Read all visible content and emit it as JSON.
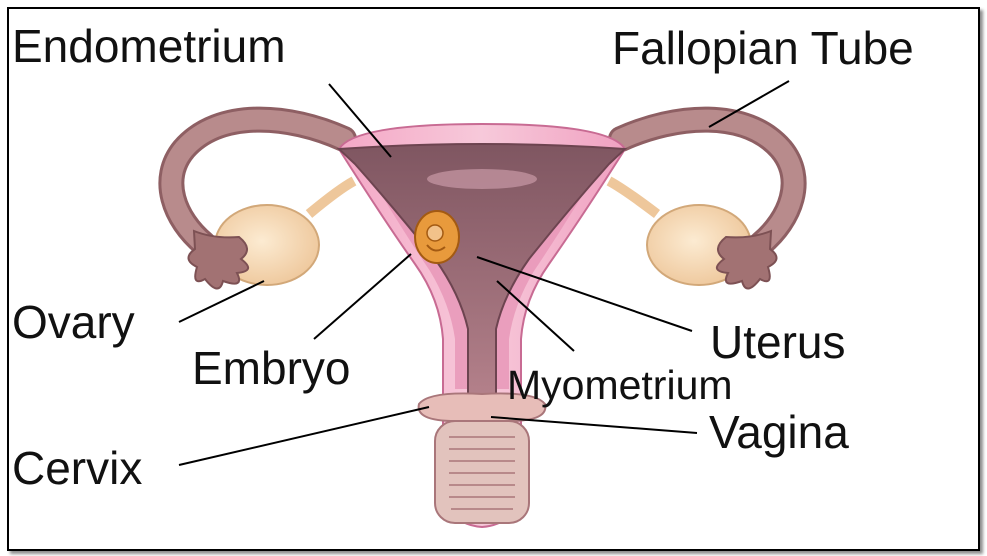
{
  "labels": {
    "endometrium": "Endometrium",
    "fallopian_tube": "Fallopian Tube",
    "ovary": "Ovary",
    "embryo": "Embryo",
    "uterus": "Uterus",
    "myometrium": "Myometrium",
    "cervix": "Cervix",
    "vagina": "Vagina"
  },
  "colors": {
    "tissue_outer": "#ee9cbd",
    "tissue_inner": "#c47d98",
    "endometrium": "#9b6671",
    "tube": "#a97c7e",
    "ovary": "#f2d4ad",
    "embryo": "#e89a3c",
    "outline": "#000000"
  }
}
